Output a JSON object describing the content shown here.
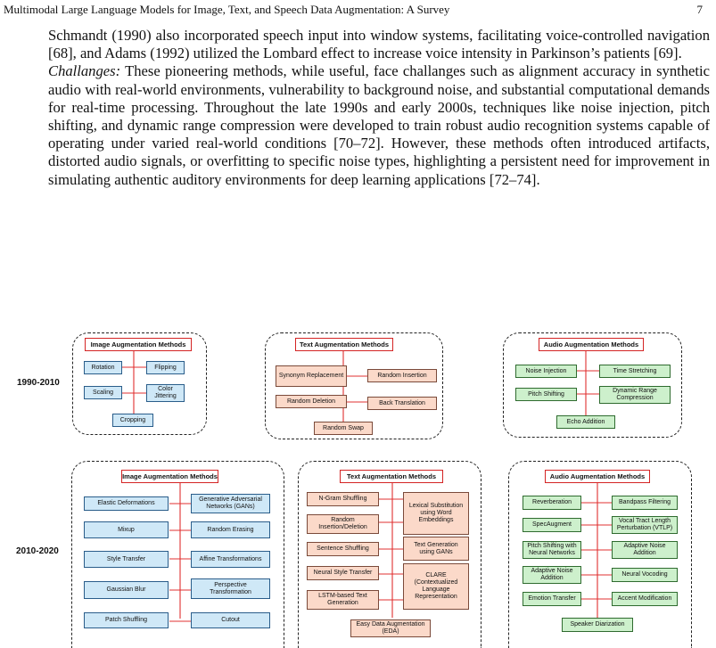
{
  "header": {
    "title": "Multimodal Large Language Models for Image, Text, and Speech Data Augmentation: A Survey",
    "page": "7"
  },
  "body": {
    "para1": "Schmandt (1990) also incorporated speech input into window systems, facilitating voice-controlled navigation [68], and Adams (1992) utilized the Lombard effect to increase voice intensity in Parkinson’s patients [69].",
    "challenges_label": "Challanges:",
    "para2": " These pioneering methods, while useful, face challanges such as alignment accuracy in synthetic audio with real-world environments, vulnerability to background noise, and substantial computational demands for real-time processing. Throughout the late 1990s and early 2000s, techniques like noise injection, pitch shifting, and dynamic range compression were developed to train robust audio recognition systems capable of operating under varied real-world conditions [70–72]. However, these methods often introduced artifacts, distorted audio signals, or overfitting to specific noise types, highlighting a persistent need for improvement in simulating authentic auditory environments for deep learning applications [72–74]."
  },
  "figure": {
    "row1_label": "1990-2010",
    "row2_label": "2010-2020",
    "r1": {
      "image": {
        "title": "Image Augmentation Methods",
        "items": [
          "Rotation",
          "Flipping",
          "Scaling",
          "Color Jittering",
          "Cropping"
        ]
      },
      "text": {
        "title": "Text Augmentation Methods",
        "items": [
          "Synonym Replacement",
          "Random Insertion",
          "Random Deletion",
          "Back Translation",
          "Random Swap"
        ]
      },
      "audio": {
        "title": "Audio Augmentation Methods",
        "items": [
          "Noise Injection",
          "Time Stretching",
          "Pitch Shifting",
          "Dynamic Range Compression",
          "Echo Addition"
        ]
      }
    },
    "r2": {
      "image": {
        "title": "Image Augmentation Methods",
        "items": [
          "Elastic Deformations",
          "Generative Adversarial Networks (GANs)",
          "Mixup",
          "Random Erasing",
          "Style Transfer",
          "Affine Transformations",
          "Gaussian Blur",
          "Perspective Transformation",
          "Patch Shuffling",
          "Cutout"
        ]
      },
      "text": {
        "title": "Text Augmentation Methods",
        "items": [
          "N-Gram Shuffling",
          "Random Insertion/Deletion",
          "Sentence Shuffling",
          "Neural Style Transfer",
          "LSTM-based Text Generation",
          "Lexical Substitution using Word Embeddings",
          "Text Generation using GANs",
          "CLARE (Contextualized Language Representation",
          "Easy Data Augmentation (EDA)"
        ]
      },
      "audio": {
        "title": "Audio Augmentation Methods",
        "items": [
          "Reverberation",
          "Bandpass Filtering",
          "SpecAugment",
          "Vocal Tract Length Perturbation (VTLP)",
          "Pitch Shifting with Neural Networks",
          "Adaptive Noise Addition",
          "Adaptive Noise Addition",
          "Neural Vocoding",
          "Emotion Transfer",
          "Accent Modification",
          "Speaker Diarization"
        ]
      }
    }
  }
}
